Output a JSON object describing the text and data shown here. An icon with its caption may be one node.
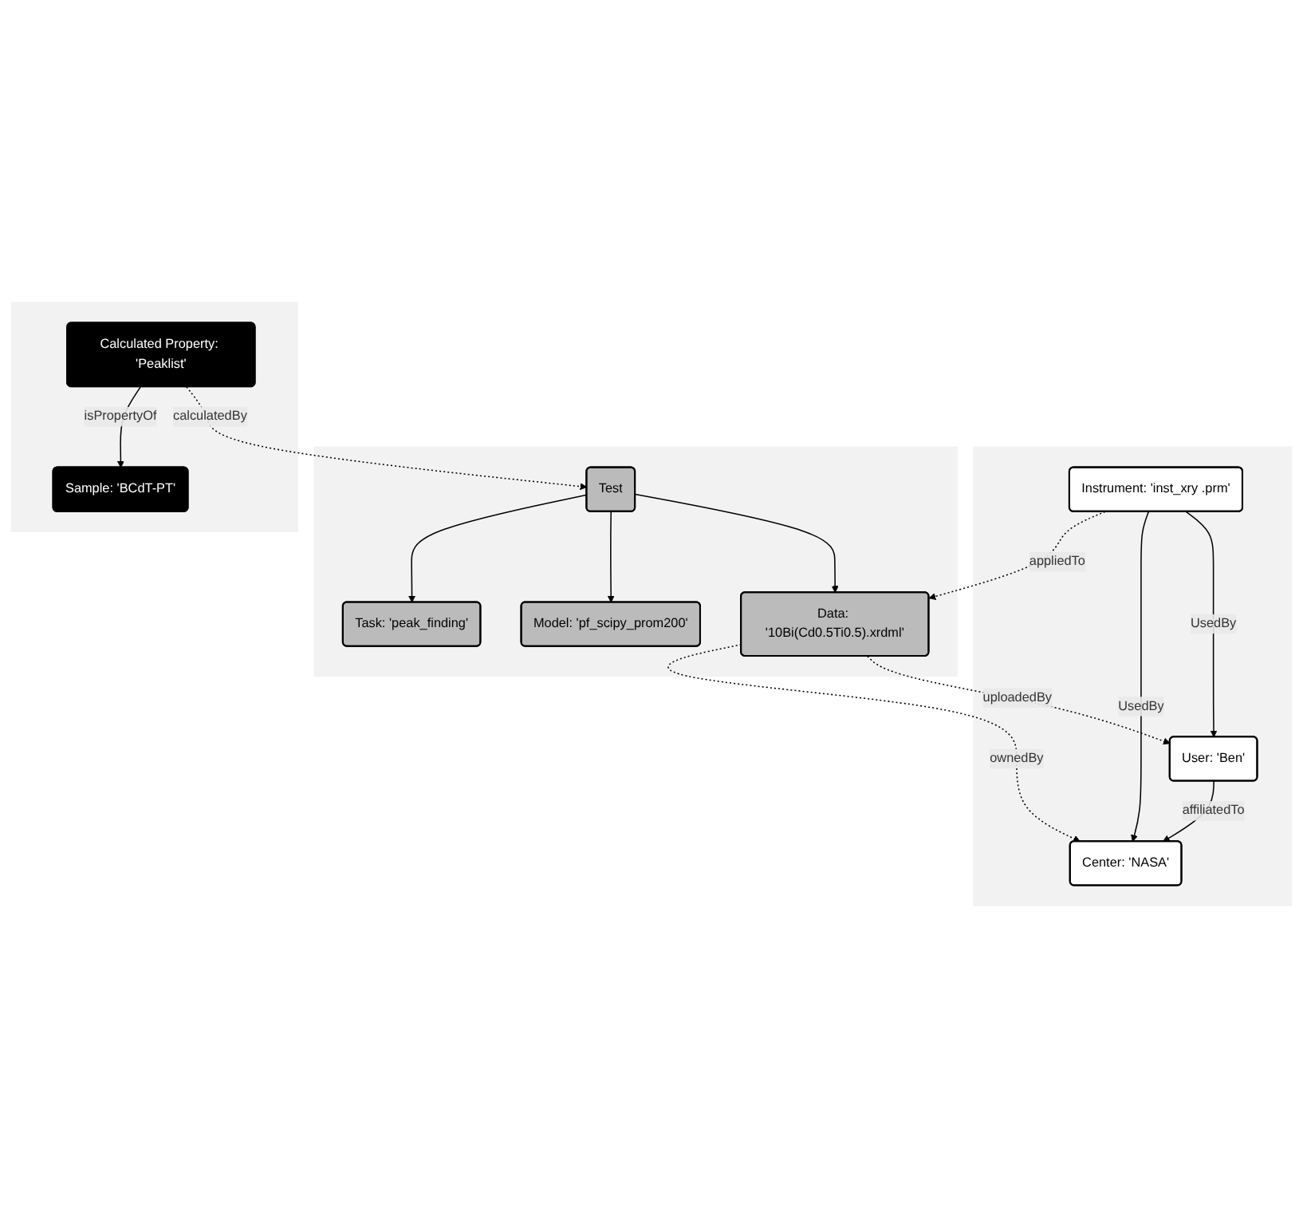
{
  "diagram": {
    "nodes": [
      {
        "text": [],
        "shape": "box"
      },
      {
        "text": [
          "User: 'Ben'"
        ],
        "in": 0
      },
      {
        "text": [
          "Center: 'NASA'"
        ],
        "in": 0
      },
      {
        "text": [
          "Instrument: 'inst_xry .prm'"
        ],
        "in": 0
      },
      {
        "text": [],
        "shape": "box"
      },
      {
        "text": [
          "Data: '10Bi(Cd0.5Ti0.5).xrdml'"
        ],
        "in": 4
      },
      {
        "text": [
          "Test"
        ],
        "in": 4
      },
      {
        "text": [
          "Model: 'pf_scipy_prom200'"
        ],
        "in": 4
      },
      {
        "text": [
          "Task: 'peak_finding'"
        ],
        "in": 4
      },
      {
        "text": [],
        "shape": "box"
      },
      {
        "text": [
          "Sample: 'BCdT-PT'"
        ],
        "in": 9
      },
      {
        "text": [
          "Calculated Property: 'Peaklist'"
        ],
        "in": 9
      }
    ],
    "edges": [
      {
        "from": 1,
        "to": 2,
        "arrow": "to",
        "label": "affiliatedTo"
      },
      {
        "from": 3,
        "to": 1,
        "arrow": "to",
        "label": "UsedBy"
      },
      {
        "from": 3,
        "to": 2,
        "arrow": "to",
        "label": "UsedBy"
      },
      {
        "from": 5,
        "to": 1,
        "arrow": "to",
        "label": "uploadedBy",
        "style": "dashed"
      },
      {
        "from": 3,
        "to": 5,
        "arrow": "to",
        "label": "appliedTo",
        "style": "dashed"
      },
      {
        "from": 5,
        "to": 2,
        "arrow": "to",
        "label": "ownedBy",
        "style": "dashed"
      },
      {
        "from": 6,
        "to": 5,
        "arrow": "to"
      },
      {
        "from": 6,
        "to": 7,
        "arrow": "to"
      },
      {
        "from": 6,
        "to": 8,
        "arrow": "to"
      },
      {
        "from": 11,
        "to": 6,
        "arrow": "to",
        "label": "calculatedBy",
        "style": "dashed"
      },
      {
        "from": 11,
        "to": 10,
        "arrow": "to",
        "label": "isPropertyOf"
      }
    ]
  }
}
